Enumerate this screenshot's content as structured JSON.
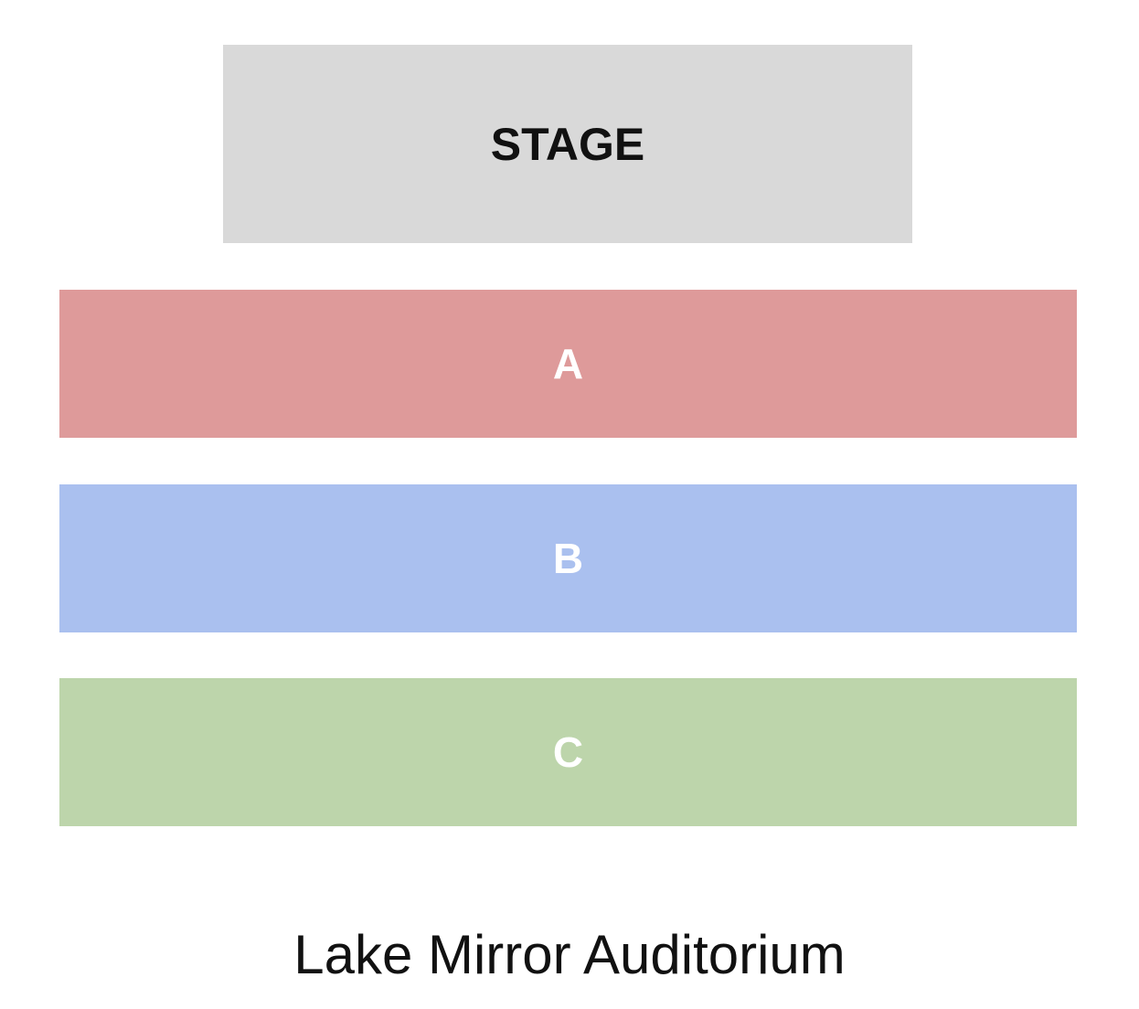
{
  "stage": {
    "label": "STAGE",
    "color": "#d9d9d9"
  },
  "sections": [
    {
      "label": "A",
      "color": "#de9a9a"
    },
    {
      "label": "B",
      "color": "#aac0ef"
    },
    {
      "label": "C",
      "color": "#bdd5ab"
    }
  ],
  "venue": "Lake Mirror Auditorium"
}
